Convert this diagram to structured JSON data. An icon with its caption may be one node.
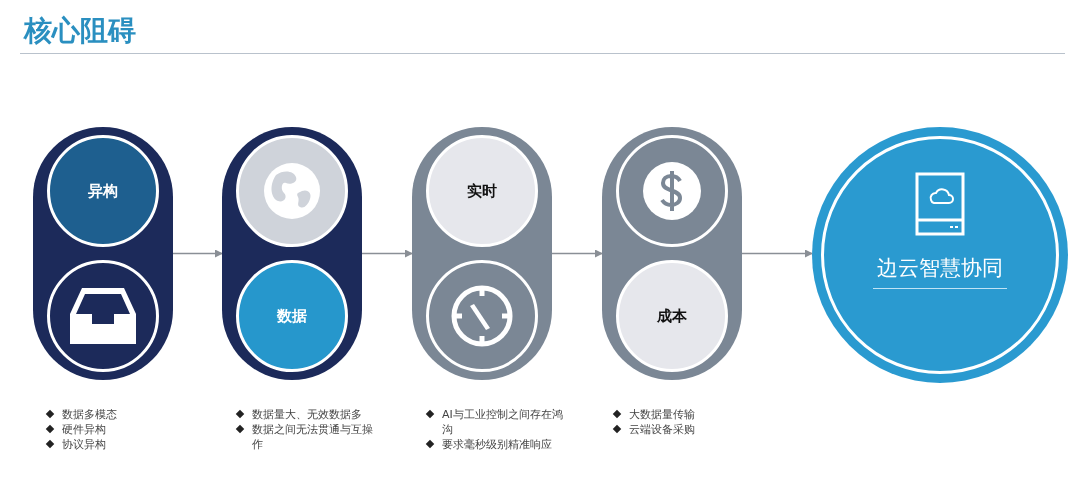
{
  "diagram": {
    "title": "核心阻碍",
    "nodes": [
      {
        "text": [],
        "shape": "box",
        "beside": [
          "数据多模态",
          "硬件异构",
          "协议异构"
        ]
      },
      {
        "text": [
          "异构"
        ],
        "in": 0
      },
      {
        "text": [],
        "shape": "circle",
        "in": 0
      },
      {
        "text": [],
        "shape": "box",
        "beside": [
          "数据量大、无效数据多",
          "数据之间无法贯通与互操作"
        ]
      },
      {
        "text": [],
        "shape": "circle",
        "in": 3
      },
      {
        "text": [
          "数据"
        ],
        "in": 3
      },
      {
        "text": [],
        "shape": "box",
        "beside": [
          "AI与工业控制之间存在鸿沟",
          "要求毫秒级别精准响应"
        ]
      },
      {
        "text": [
          "实时"
        ],
        "in": 6
      },
      {
        "text": [],
        "shape": "circle",
        "in": 6
      },
      {
        "text": [],
        "shape": "box",
        "beside": [
          "大数据量传输",
          "云端设备采购"
        ]
      },
      {
        "text": [],
        "shape": "circle",
        "in": 9
      },
      {
        "text": [
          "成本"
        ],
        "in": 9
      },
      {
        "text": [
          "边云智慧协同"
        ]
      }
    ],
    "edges": [
      {
        "from": 0,
        "to": 3,
        "arrow": "to"
      },
      {
        "from": 3,
        "to": 6,
        "arrow": "to"
      },
      {
        "from": 6,
        "to": 9,
        "arrow": "to"
      },
      {
        "from": 9,
        "to": 12,
        "arrow": "to"
      }
    ]
  }
}
